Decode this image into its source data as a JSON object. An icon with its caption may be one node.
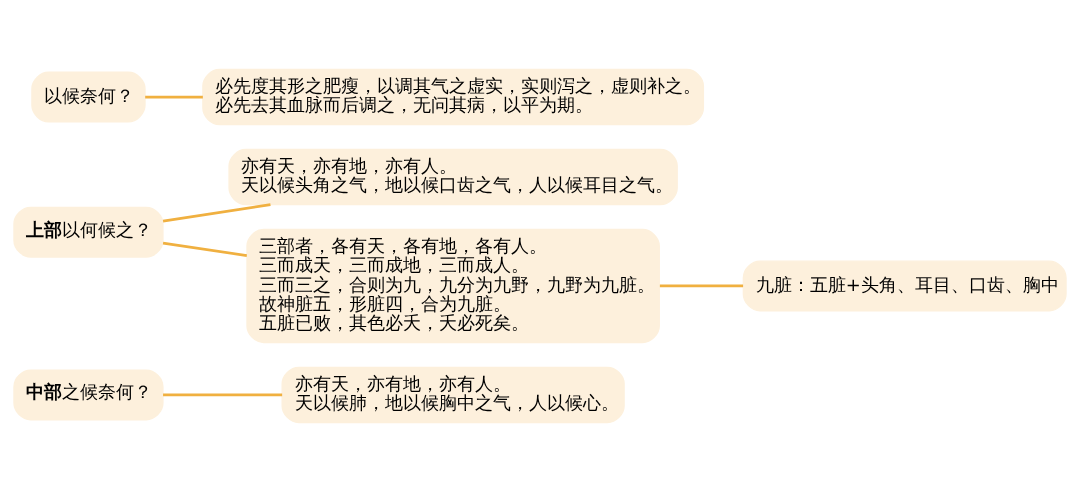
{
  "diagram": {
    "nodes": [
      {
        "text": [
          "**中部**之候奈何？"
        ]
      },
      {
        "text": [
          "亦有天，亦有地，亦有人。",
          "天以候肺，地以候胸中之气，人以候心。"
        ]
      },
      {
        "text": [
          "**上部**以何候之？"
        ]
      },
      {
        "text": [
          "亦有天，亦有地，亦有人。",
          "天以候头角之气，地以候口齿之气，人以候耳目之气。"
        ]
      },
      {
        "text": [
          "三部者，各有天，各有地，各有人。",
          "三而成天，三而成地，三而成人。",
          "三而三之，合则为九，九分为九野，九野为九脏。",
          "故神脏五，形脏四，合为九脏。",
          "五脏已败，其色必夭，夭必死矣。"
        ]
      },
      {
        "text": [
          "九脏：五脏+头角、耳目、口齿、胸中"
        ]
      },
      {
        "text": [
          "以候奈何？"
        ]
      },
      {
        "text": [
          "必先度其形之肥瘦，以调其气之虚实，实则泻之，虚则补之。",
          "必先去其血脉而后调之，无问其病，以平为期。"
        ]
      }
    ],
    "edges": [
      {
        "from": 0,
        "to": 1,
        "arrow": "none"
      },
      {
        "from": 2,
        "to": 3,
        "arrow": "none"
      },
      {
        "from": 2,
        "to": 4,
        "arrow": "none"
      },
      {
        "from": 4,
        "to": 5,
        "arrow": "none"
      },
      {
        "from": 6,
        "to": 7,
        "arrow": "none"
      }
    ]
  }
}
